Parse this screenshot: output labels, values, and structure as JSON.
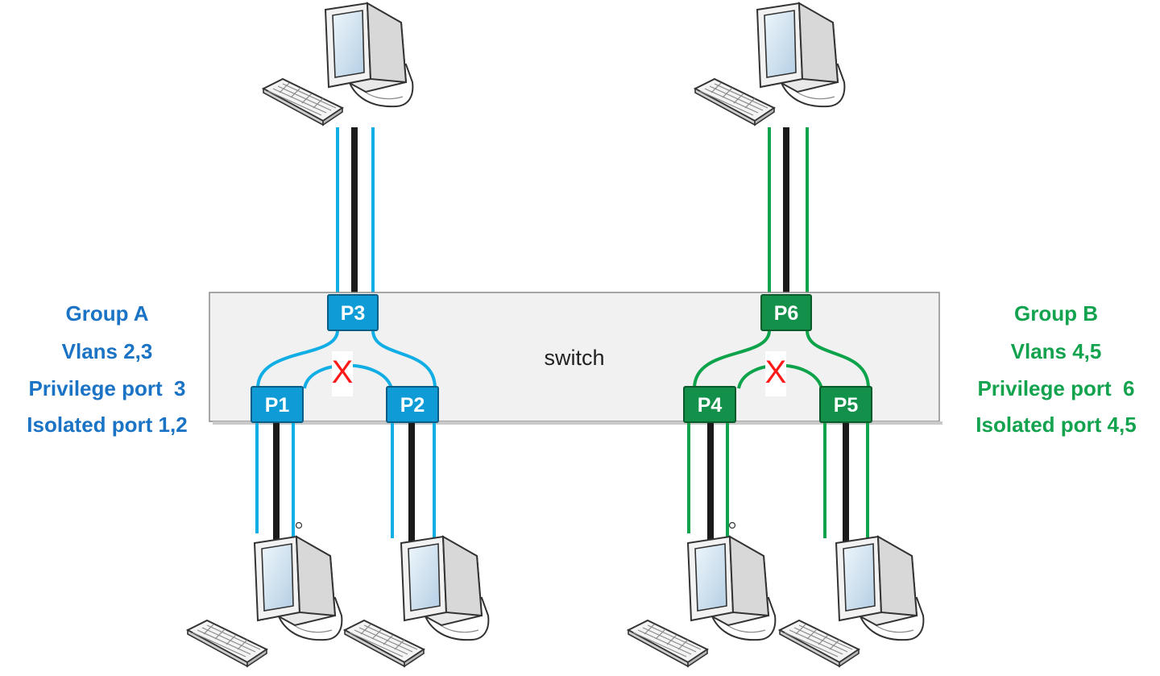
{
  "colors": {
    "group_a": "#11aee6",
    "group_a_text": "#1a73c4",
    "group_b": "#0da34a",
    "group_b_text": "#13a24e",
    "trunk": "#1a1a1a",
    "block": "#ff1a1a"
  },
  "switch": {
    "label": "switch"
  },
  "group_a": {
    "title": "Group A",
    "vlans": "Vlans 2,3",
    "privilege": "Privilege port  3",
    "isolated": "Isolated port 1,2"
  },
  "group_b": {
    "title": "Group B",
    "vlans": "Vlans 4,5",
    "privilege": "Privilege port  6",
    "isolated": "Isolated port 4,5"
  },
  "ports": {
    "p1": "P1",
    "p2": "P2",
    "p3": "P3",
    "p4": "P4",
    "p5": "P5",
    "p6": "P6"
  },
  "block_a": "X",
  "block_b": "X",
  "icons": [
    "computer-icon",
    "keyboard-icon",
    "monitor-icon"
  ]
}
